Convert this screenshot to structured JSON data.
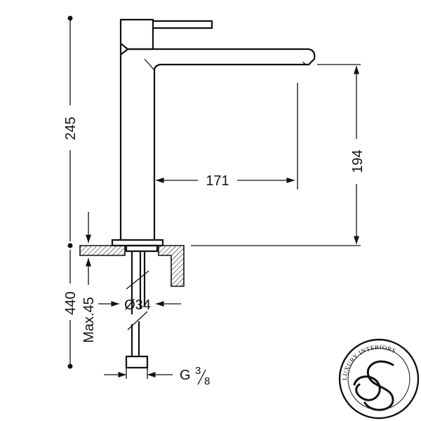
{
  "dimensions": {
    "overall_height": "245",
    "spout_reach": "171",
    "spout_height": "194",
    "total_height_with_tail": "440",
    "max_deck_thickness": "Max.45",
    "hole_diameter": "Ø34",
    "connection_thread_prefix": "G",
    "connection_thread_fraction_num": "3",
    "connection_thread_fraction_den": "8"
  },
  "logo": {
    "text": "LUXURY INTERIORS",
    "monogram_icon": "luxury-interiors-monogram"
  },
  "colors": {
    "line": "#111111",
    "hatch": "#111111",
    "background": "#ffffff"
  }
}
